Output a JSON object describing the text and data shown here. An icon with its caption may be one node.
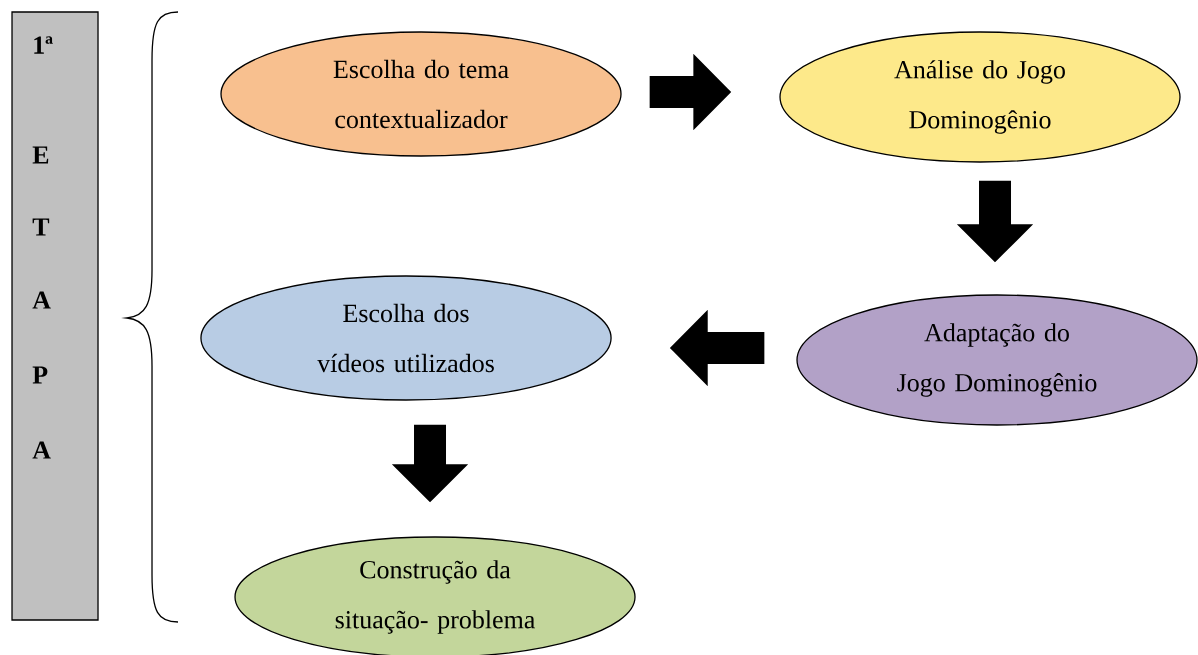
{
  "diagram": {
    "nodes": [
      {
        "text": [
          "1ª",
          "E",
          "T",
          "A",
          "P",
          "A"
        ]
      },
      {
        "text": [
          "Escolha do tema contextualizador"
        ]
      },
      {
        "text": [
          "Análise do Jogo Dominogênio"
        ]
      },
      {
        "text": [
          "Adaptação do Jogo Dominogênio"
        ]
      },
      {
        "text": [
          "Escolha dos vídeos utilizados"
        ]
      },
      {
        "text": [
          "Construção da situação- problema"
        ]
      }
    ],
    "edges": [
      {
        "from": 1,
        "to": 2,
        "arrow": "to"
      },
      {
        "from": 2,
        "to": 3,
        "arrow": "to"
      },
      {
        "from": 3,
        "to": 4,
        "arrow": "to"
      },
      {
        "from": 4,
        "to": 5,
        "arrow": "to"
      }
    ]
  }
}
